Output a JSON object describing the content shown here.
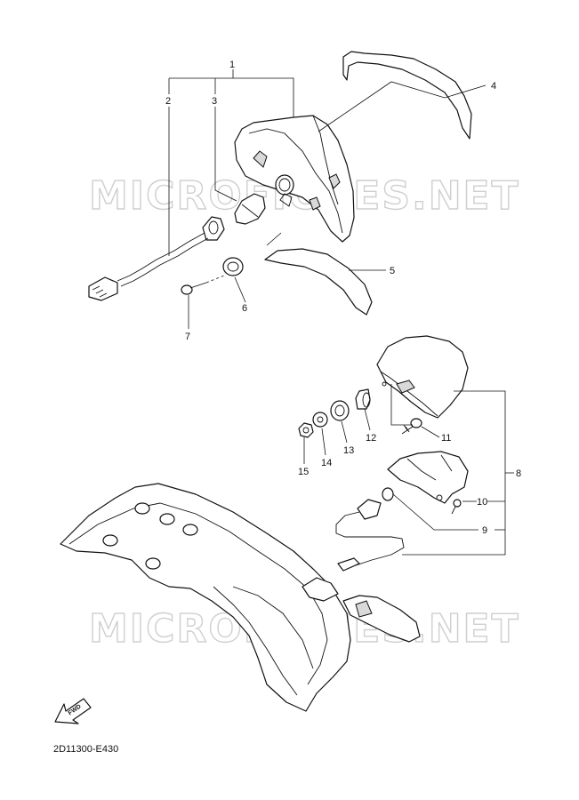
{
  "diagram": {
    "watermark": "MICROFICHES.NET",
    "doc_code": "2D11300-E430",
    "fwd_label": "FWD",
    "callouts": {
      "c1": "1",
      "c2": "2",
      "c3": "3",
      "c4": "4",
      "c5": "5",
      "c6": "6",
      "c7": "7",
      "c8": "8",
      "c9": "9",
      "c10": "10",
      "c11": "11",
      "c12": "12",
      "c13": "13",
      "c14": "14",
      "c15": "15"
    }
  }
}
